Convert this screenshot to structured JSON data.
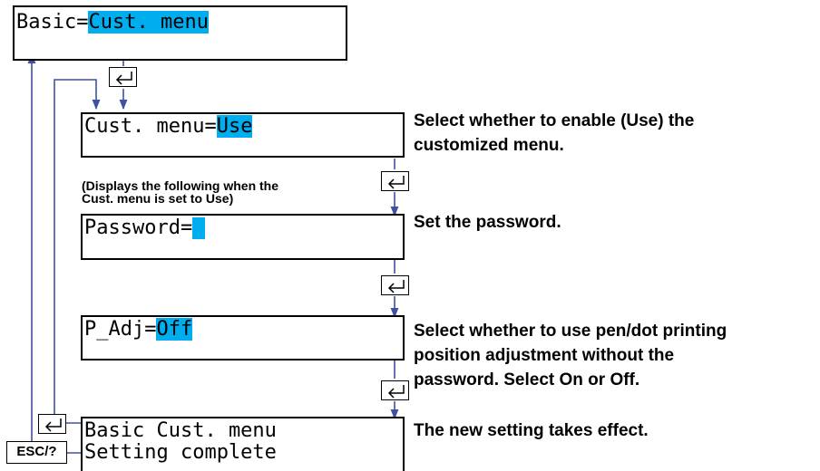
{
  "screens": {
    "basic": {
      "label": "Basic=",
      "value": "Cust. menu"
    },
    "cust_menu": {
      "label": "Cust. menu=",
      "value": "Use"
    },
    "password": {
      "label": "Password=",
      "value": " "
    },
    "p_adj": {
      "label": "P_Adj=",
      "value": "Off"
    },
    "complete": {
      "line1": "Basic Cust. menu",
      "line2": "Setting complete"
    }
  },
  "descriptions": {
    "cust_menu_1": "Select whether to enable (Use) the",
    "cust_menu_2": "customized menu.",
    "password": "Set the password.",
    "p_adj_1": "Select whether to use pen/dot printing",
    "p_adj_2": "position adjustment without the",
    "p_adj_3": "password. Select On or Off.",
    "complete": "The new setting takes effect."
  },
  "note": {
    "line1": "(Displays the following when the",
    "line2": "Cust. menu is set to Use)"
  },
  "keys": {
    "esc_label": "ESC/?",
    "enter_icon": "enter-key-icon"
  },
  "colors": {
    "highlight": "#00AEEF",
    "connector": "#3F51A5"
  }
}
